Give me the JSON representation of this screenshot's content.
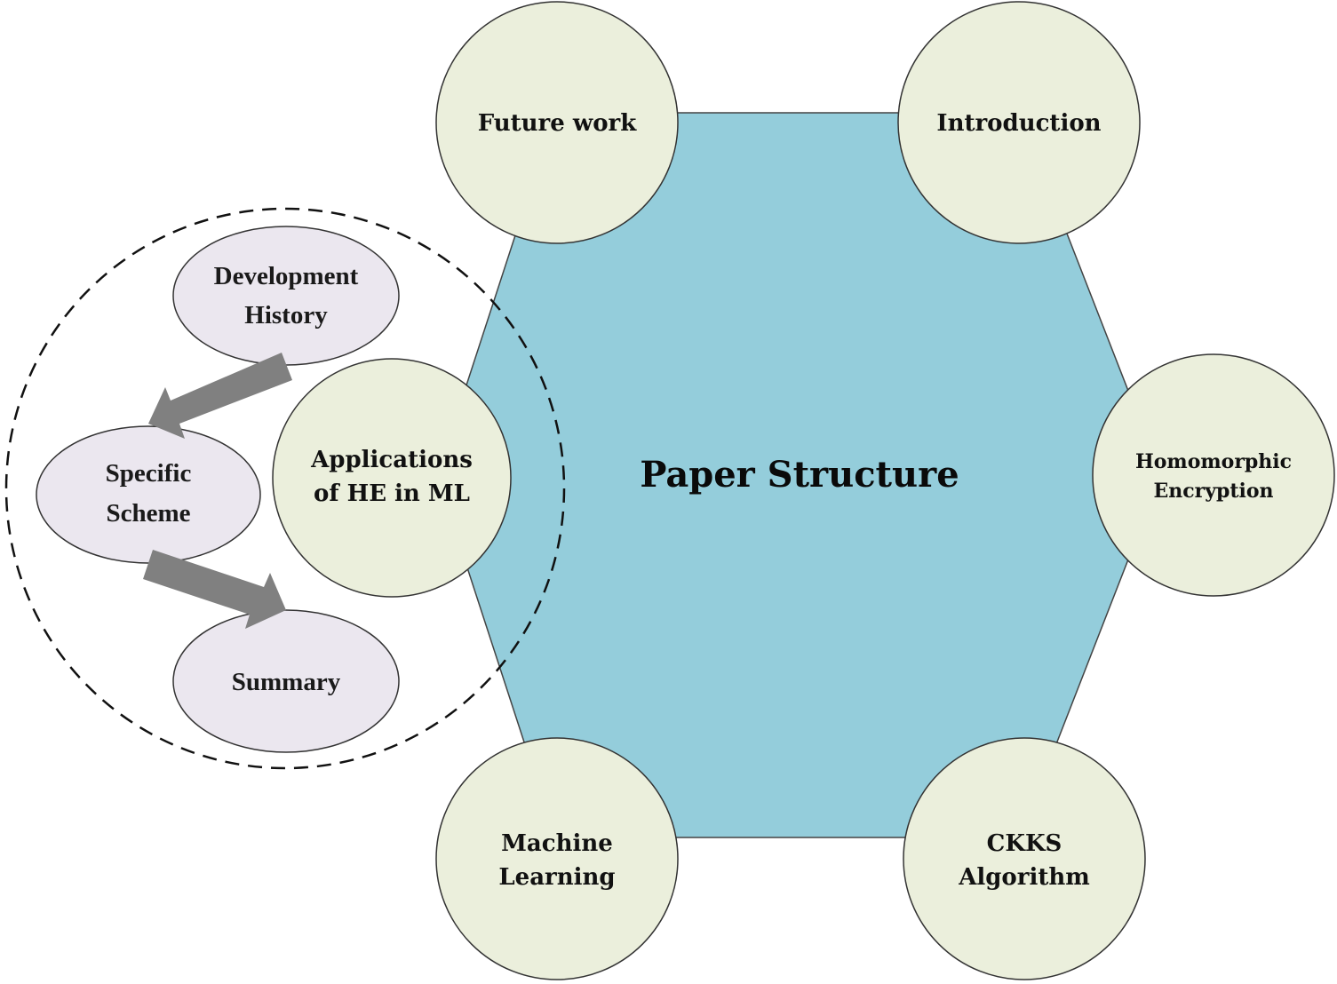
{
  "diagram": {
    "center_label": "Paper Structure",
    "colors": {
      "hexagon_fill": "#94cddb",
      "circle_fill": "#ebefdc",
      "ellipse_fill": "#ebe7ef",
      "arrow_fill": "#808080",
      "outline": "#333333"
    },
    "sections": {
      "future_work": {
        "lines": [
          "Future work"
        ]
      },
      "introduction": {
        "lines": [
          "Introduction"
        ]
      },
      "homomorphic_encryption": {
        "lines": [
          "Homomorphic",
          "Encryption"
        ]
      },
      "ckks_algorithm": {
        "lines": [
          "CKKS",
          "Algorithm"
        ]
      },
      "machine_learning": {
        "lines": [
          "Machine",
          "Learning"
        ]
      },
      "applications": {
        "lines": [
          "Applications",
          "of HE in ML"
        ]
      }
    },
    "subsections": {
      "development_history": {
        "lines": [
          "Development",
          "History"
        ]
      },
      "specific_scheme": {
        "lines": [
          "Specific",
          "Scheme"
        ]
      },
      "summary": {
        "lines": [
          "Summary"
        ]
      }
    }
  }
}
